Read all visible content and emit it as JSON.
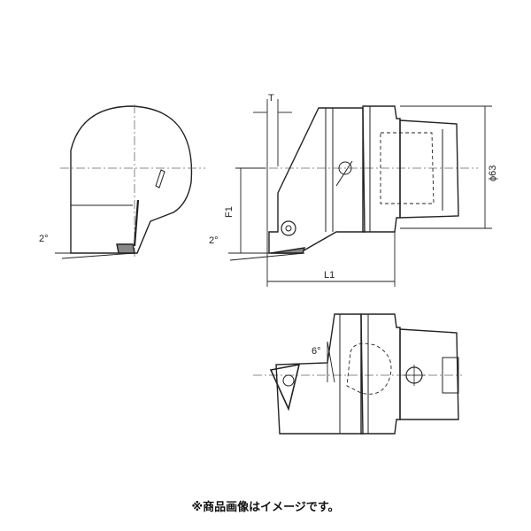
{
  "labels": {
    "angle_left": "2°",
    "angle_middle": "2°",
    "angle_bottom": "6°",
    "dim_t": "T",
    "dim_f1": "F1",
    "dim_l1": "L1",
    "dim_dia": "ϕ63"
  },
  "caption": "※商品画像はイメージです。",
  "colors": {
    "line": "#222222",
    "center_line": "#666666",
    "dim_line": "#333333",
    "background": "#ffffff"
  }
}
